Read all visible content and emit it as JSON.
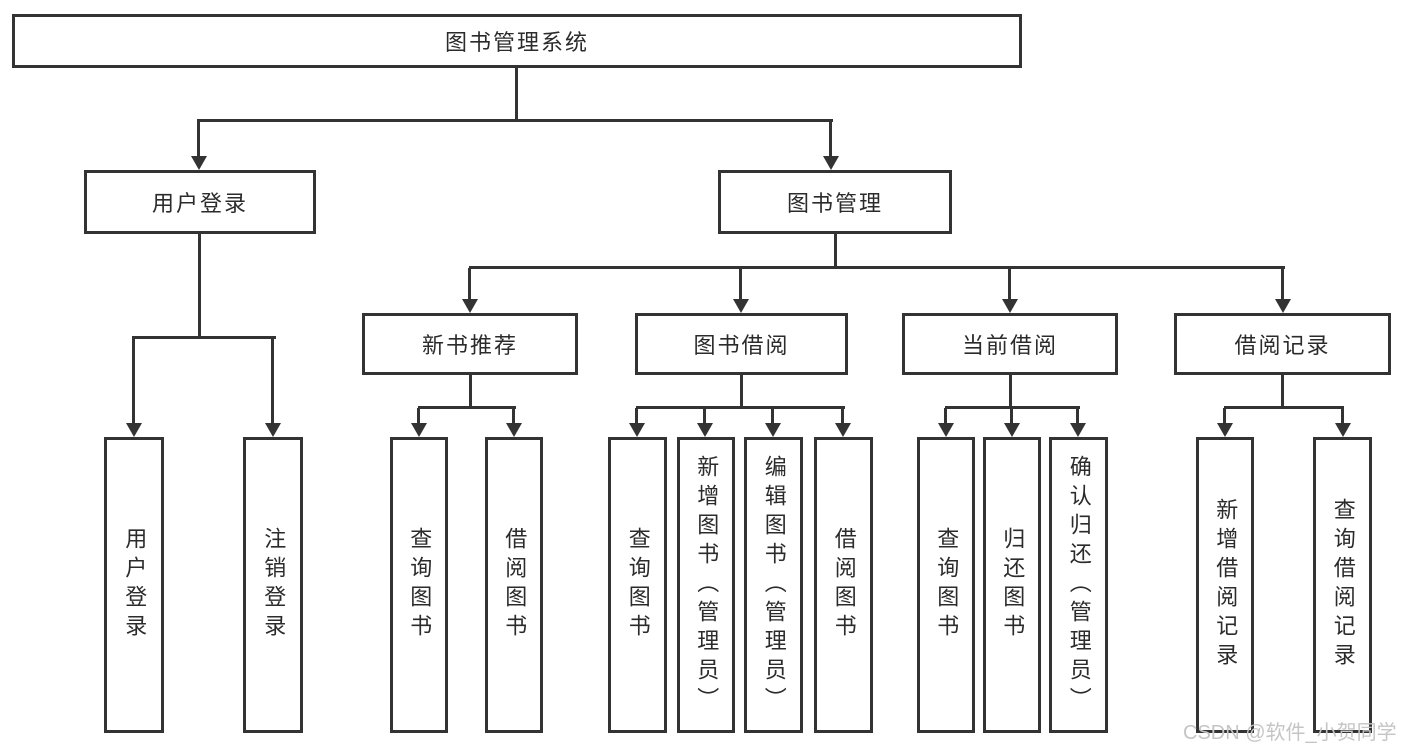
{
  "diagram_title": "图书管理系统",
  "colors": {
    "line": "#333333",
    "text": "#2b2b2b",
    "background": "#ffffff",
    "watermark": "#c5c5c5"
  },
  "root": {
    "label": "图书管理系统"
  },
  "branches": [
    {
      "label": "用户登录",
      "children": [
        {
          "label": "用户登录"
        },
        {
          "label": "注销登录"
        }
      ]
    },
    {
      "label": "图书管理",
      "children": [
        {
          "label": "新书推荐",
          "children": [
            {
              "label": "查询图书"
            },
            {
              "label": "借阅图书"
            }
          ]
        },
        {
          "label": "图书借阅",
          "children": [
            {
              "label": "查询图书"
            },
            {
              "label": "新增图书（管理员）"
            },
            {
              "label": "编辑图书（管理员）"
            },
            {
              "label": "借阅图书"
            }
          ]
        },
        {
          "label": "当前借阅",
          "children": [
            {
              "label": "查询图书"
            },
            {
              "label": "归还图书"
            },
            {
              "label": "确认归还（管理员）"
            }
          ]
        },
        {
          "label": "借阅记录",
          "children": [
            {
              "label": "新增借阅记录"
            },
            {
              "label": "查询借阅记录"
            }
          ]
        }
      ]
    }
  ],
  "watermark": {
    "text": "CSDN @软件_小贺同学"
  }
}
